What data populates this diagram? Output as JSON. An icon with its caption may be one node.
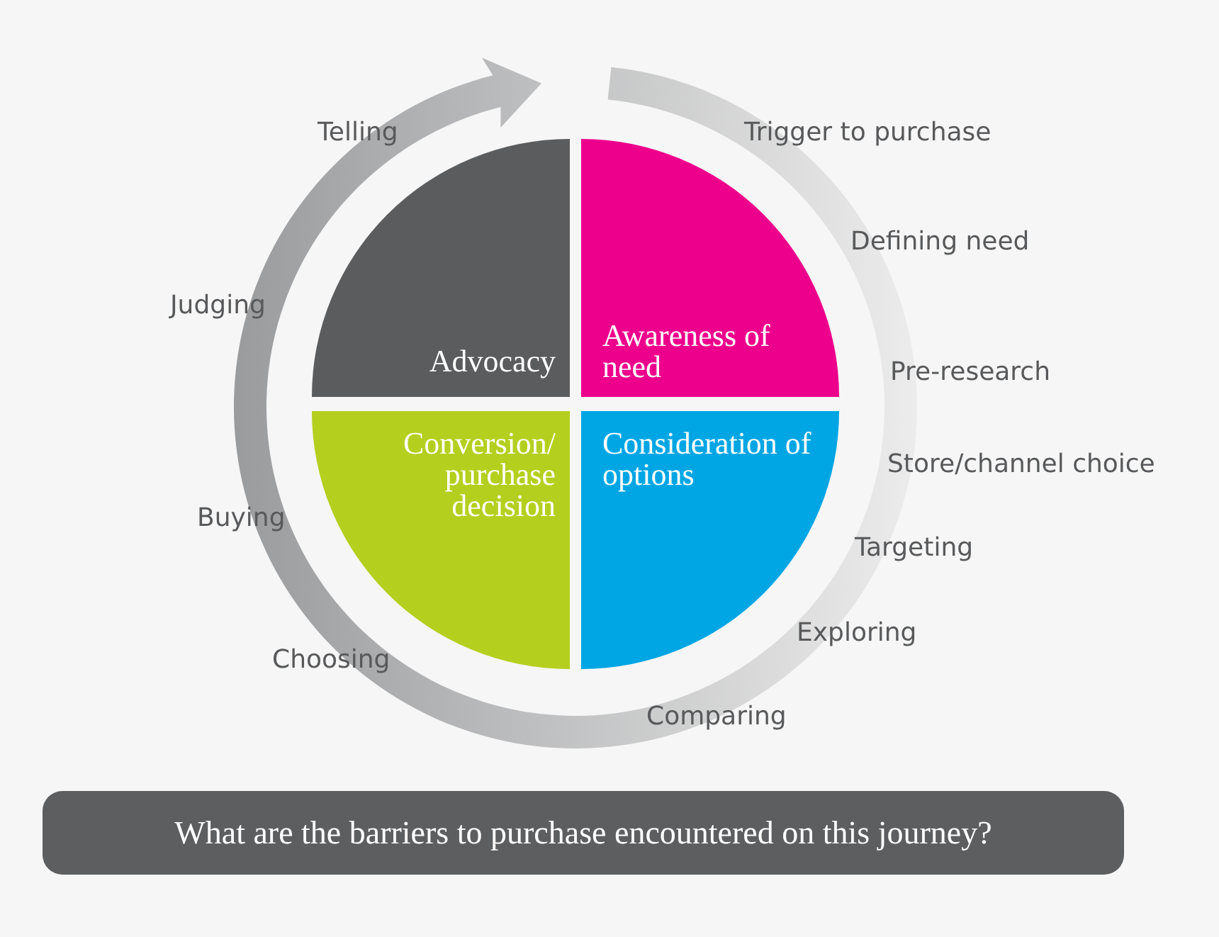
{
  "diagram": {
    "nodes": [
      {
        "text": [
          "Advocacy"
        ]
      },
      {
        "text": [
          "Awareness of need"
        ]
      },
      {
        "text": [
          "Conversion/ purchase decision"
        ]
      },
      {
        "text": [
          "Consideration of options"
        ]
      },
      {
        "text": [
          "What are the barriers to purchase encountered on this journey?"
        ]
      }
    ],
    "labels": [
      "Telling",
      "Trigger to purchase",
      "Judging",
      "Defining need",
      "Pre-research",
      "Store/channel choice",
      "Buying",
      "Targeting",
      "Exploring",
      "Choosing",
      "Comparing"
    ]
  }
}
